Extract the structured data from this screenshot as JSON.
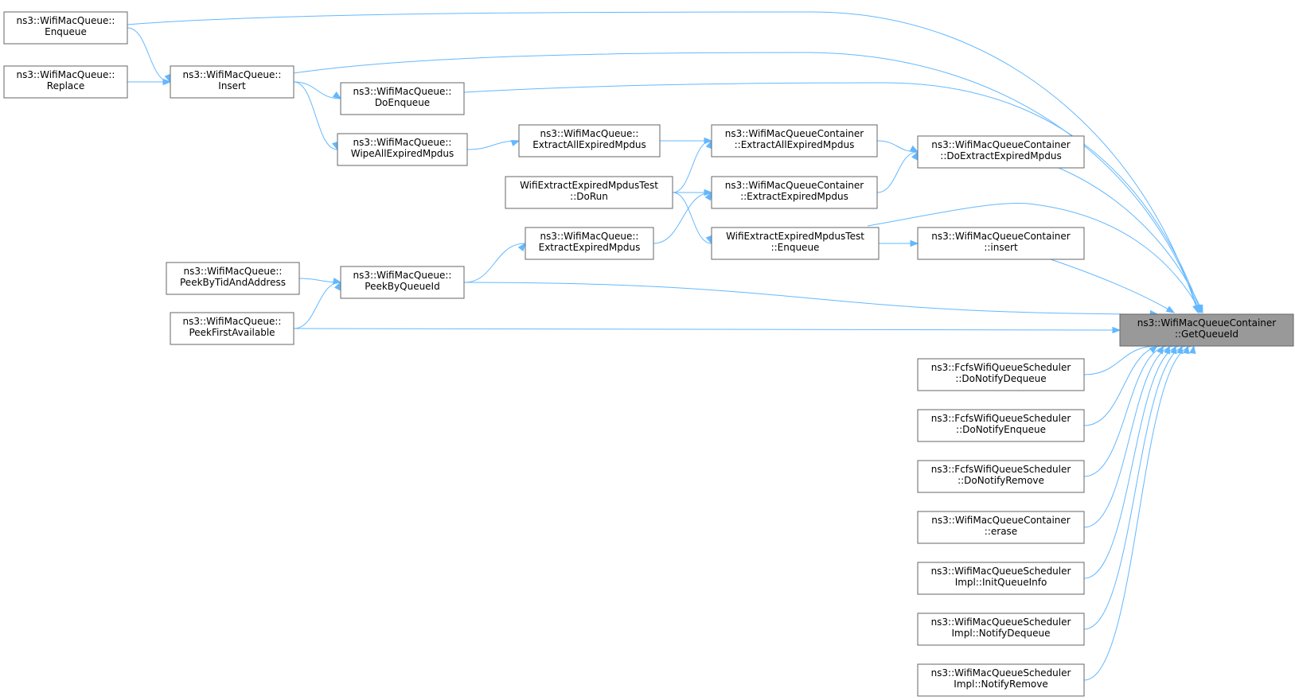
{
  "diagram": {
    "colors": {
      "edge": "#63b8ff",
      "node_border": "#666666",
      "node_fill": "#ffffff",
      "target_fill": "#999999"
    },
    "nodes": [
      {
        "id": "target",
        "lines": [
          "ns3::WifiMacQueueContainer",
          "::GetQueueId"
        ]
      },
      {
        "id": "enqueue",
        "lines": [
          "ns3::WifiMacQueue::",
          "Enqueue"
        ]
      },
      {
        "id": "replace",
        "lines": [
          "ns3::WifiMacQueue::",
          "Replace"
        ]
      },
      {
        "id": "insert",
        "lines": [
          "ns3::WifiMacQueue::",
          "Insert"
        ]
      },
      {
        "id": "doenqueue",
        "lines": [
          "ns3::WifiMacQueue::",
          "DoEnqueue"
        ]
      },
      {
        "id": "wipe",
        "lines": [
          "ns3::WifiMacQueue::",
          "WipeAllExpiredMpdus"
        ]
      },
      {
        "id": "q_extractall",
        "lines": [
          "ns3::WifiMacQueue::",
          "ExtractAllExpiredMpdus"
        ]
      },
      {
        "id": "c_extractall",
        "lines": [
          "ns3::WifiMacQueueContainer",
          "::ExtractAllExpiredMpdus"
        ]
      },
      {
        "id": "c_doextract",
        "lines": [
          "ns3::WifiMacQueueContainer",
          "::DoExtractExpiredMpdus"
        ]
      },
      {
        "id": "test_dorun",
        "lines": [
          "WifiExtractExpiredMpdusTest",
          "::DoRun"
        ]
      },
      {
        "id": "c_extract",
        "lines": [
          "ns3::WifiMacQueueContainer",
          "::ExtractExpiredMpdus"
        ]
      },
      {
        "id": "q_extract",
        "lines": [
          "ns3::WifiMacQueue::",
          "ExtractExpiredMpdus"
        ]
      },
      {
        "id": "test_enqueue",
        "lines": [
          "WifiExtractExpiredMpdusTest",
          "::Enqueue"
        ]
      },
      {
        "id": "c_insert",
        "lines": [
          "ns3::WifiMacQueueContainer",
          "::insert"
        ]
      },
      {
        "id": "peekbytid",
        "lines": [
          "ns3::WifiMacQueue::",
          "PeekByTidAndAddress"
        ]
      },
      {
        "id": "peekbyqid",
        "lines": [
          "ns3::WifiMacQueue::",
          "PeekByQueueId"
        ]
      },
      {
        "id": "peekfirst",
        "lines": [
          "ns3::WifiMacQueue::",
          "PeekFirstAvailable"
        ]
      },
      {
        "id": "fcfs_deq",
        "lines": [
          "ns3::FcfsWifiQueueScheduler",
          "::DoNotifyDequeue"
        ]
      },
      {
        "id": "fcfs_enq",
        "lines": [
          "ns3::FcfsWifiQueueScheduler",
          "::DoNotifyEnqueue"
        ]
      },
      {
        "id": "fcfs_rem",
        "lines": [
          "ns3::FcfsWifiQueueScheduler",
          "::DoNotifyRemove"
        ]
      },
      {
        "id": "c_erase",
        "lines": [
          "ns3::WifiMacQueueContainer",
          "::erase"
        ]
      },
      {
        "id": "sched_init",
        "lines": [
          "ns3::WifiMacQueueScheduler",
          "Impl::InitQueueInfo"
        ]
      },
      {
        "id": "sched_deq",
        "lines": [
          "ns3::WifiMacQueueScheduler",
          "Impl::NotifyDequeue"
        ]
      },
      {
        "id": "sched_rem",
        "lines": [
          "ns3::WifiMacQueueScheduler",
          "Impl::NotifyRemove"
        ]
      }
    ],
    "edges": [
      [
        "enqueue",
        "target"
      ],
      [
        "enqueue",
        "insert"
      ],
      [
        "replace",
        "insert"
      ],
      [
        "insert",
        "target"
      ],
      [
        "insert",
        "doenqueue"
      ],
      [
        "insert",
        "wipe"
      ],
      [
        "doenqueue",
        "target"
      ],
      [
        "wipe",
        "q_extractall"
      ],
      [
        "q_extractall",
        "c_extractall"
      ],
      [
        "c_extractall",
        "c_doextract"
      ],
      [
        "test_dorun",
        "c_extractall"
      ],
      [
        "test_dorun",
        "c_extract"
      ],
      [
        "test_dorun",
        "test_enqueue"
      ],
      [
        "c_extract",
        "c_doextract"
      ],
      [
        "q_extract",
        "c_extract"
      ],
      [
        "c_doextract",
        "target"
      ],
      [
        "test_enqueue",
        "target"
      ],
      [
        "test_enqueue",
        "c_insert"
      ],
      [
        "c_insert",
        "target"
      ],
      [
        "peekbyqid",
        "q_extract"
      ],
      [
        "peekbytid",
        "peekbyqid"
      ],
      [
        "peekfirst",
        "peekbyqid"
      ],
      [
        "peekbyqid",
        "target"
      ],
      [
        "peekfirst",
        "target"
      ],
      [
        "fcfs_deq",
        "target"
      ],
      [
        "fcfs_enq",
        "target"
      ],
      [
        "fcfs_rem",
        "target"
      ],
      [
        "c_erase",
        "target"
      ],
      [
        "sched_init",
        "target"
      ],
      [
        "sched_deq",
        "target"
      ],
      [
        "sched_rem",
        "target"
      ]
    ]
  }
}
